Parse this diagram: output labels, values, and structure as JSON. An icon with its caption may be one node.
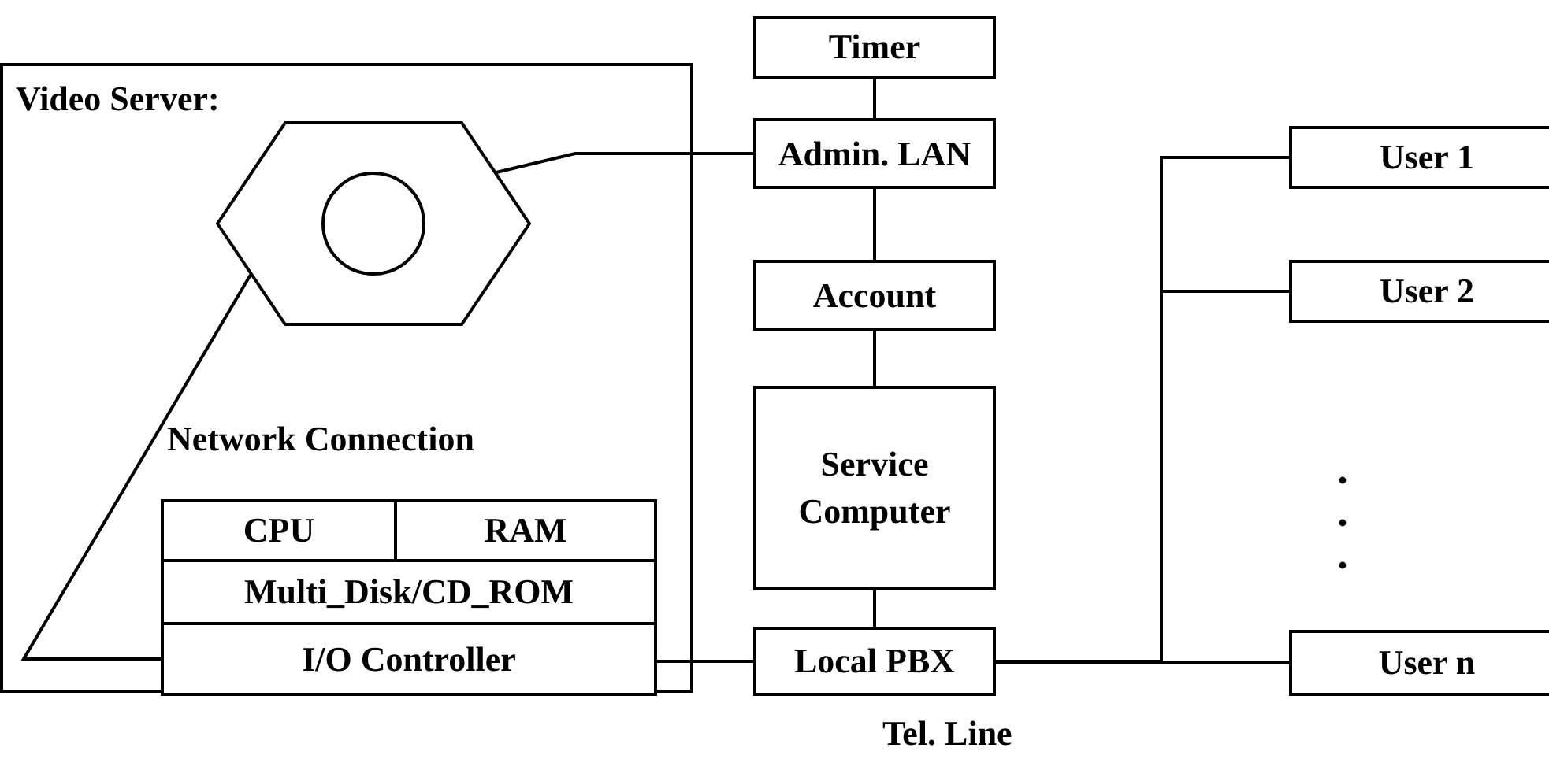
{
  "diagram": {
    "nodes": [
      {
        "text": [
          "Video Server:"
        ]
      },
      {
        "text": [],
        "shape": "hexagon",
        "in": 0
      },
      {
        "text": [
          "CPU"
        ],
        "in": 0
      },
      {
        "text": [
          "RAM"
        ],
        "in": 0
      },
      {
        "text": [
          "Multi_Disk/CD_ROM"
        ],
        "in": 0
      },
      {
        "text": [
          "I/O Controller"
        ],
        "in": 0
      },
      {
        "text": [
          "Timer"
        ]
      },
      {
        "text": [
          "Admin. LAN"
        ]
      },
      {
        "text": [
          "Account"
        ]
      },
      {
        "text": [
          "Service Computer"
        ]
      },
      {
        "text": [
          "Local PBX"
        ]
      },
      {
        "text": [
          "User 1"
        ]
      },
      {
        "text": [
          "User 2"
        ]
      },
      {
        "text": [
          "User n"
        ]
      }
    ],
    "edges": [
      {
        "from": 6,
        "to": 7,
        "arrow": "none"
      },
      {
        "from": 7,
        "to": 8,
        "arrow": "none"
      },
      {
        "from": 8,
        "to": 9,
        "arrow": "none"
      },
      {
        "from": 9,
        "to": 10,
        "arrow": "none"
      },
      {
        "from": 1,
        "to": 7,
        "arrow": "none"
      },
      {
        "from": 1,
        "to": 5,
        "arrow": "none"
      },
      {
        "from": 5,
        "to": 10,
        "arrow": "none"
      },
      {
        "from": 10,
        "to": 11,
        "arrow": "none"
      },
      {
        "from": 10,
        "to": 12,
        "arrow": "none"
      },
      {
        "from": 10,
        "to": 13,
        "arrow": "none"
      }
    ],
    "labels": [
      "Network Connection",
      "Tel. Line"
    ]
  }
}
